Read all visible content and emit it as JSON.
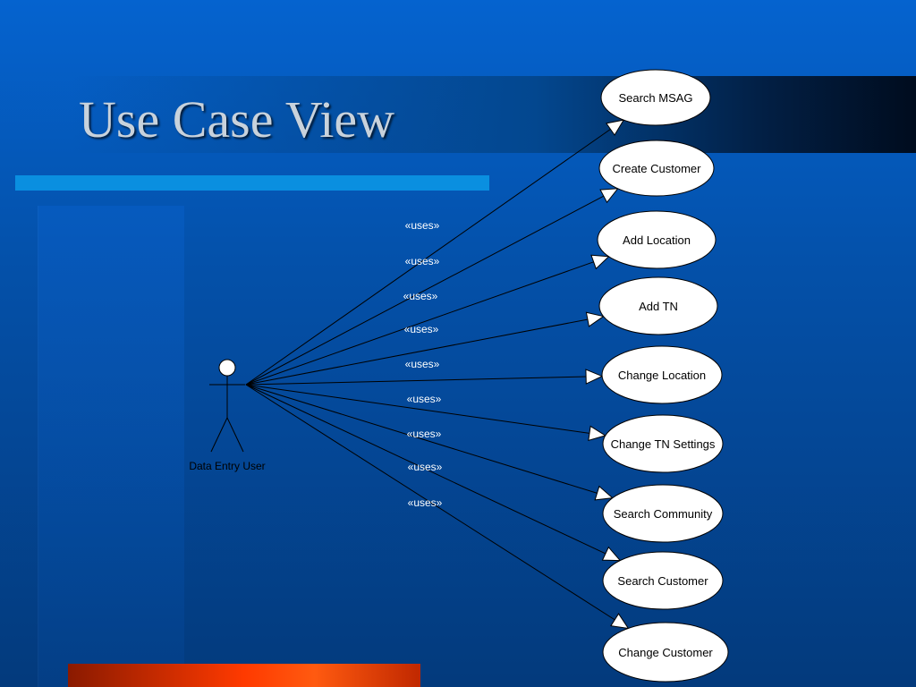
{
  "title": "Use Case View",
  "actor": {
    "name": "Data Entry User"
  },
  "relationship_label": "«uses»",
  "use_cases": [
    {
      "label": "Search MSAG",
      "relationship": "«uses»"
    },
    {
      "label": "Create Customer",
      "relationship": "«uses»"
    },
    {
      "label": "Add Location",
      "relationship": "«uses»"
    },
    {
      "label": "Add TN",
      "relationship": "«uses»"
    },
    {
      "label": "Change Location",
      "relationship": "«uses»"
    },
    {
      "label": "Change TN Settings",
      "relationship": "«uses»"
    },
    {
      "label": "Search Community",
      "relationship": "«uses»"
    },
    {
      "label": "Search Customer",
      "relationship": "«uses»"
    },
    {
      "label": "Change Customer",
      "relationship": "«uses»"
    }
  ]
}
